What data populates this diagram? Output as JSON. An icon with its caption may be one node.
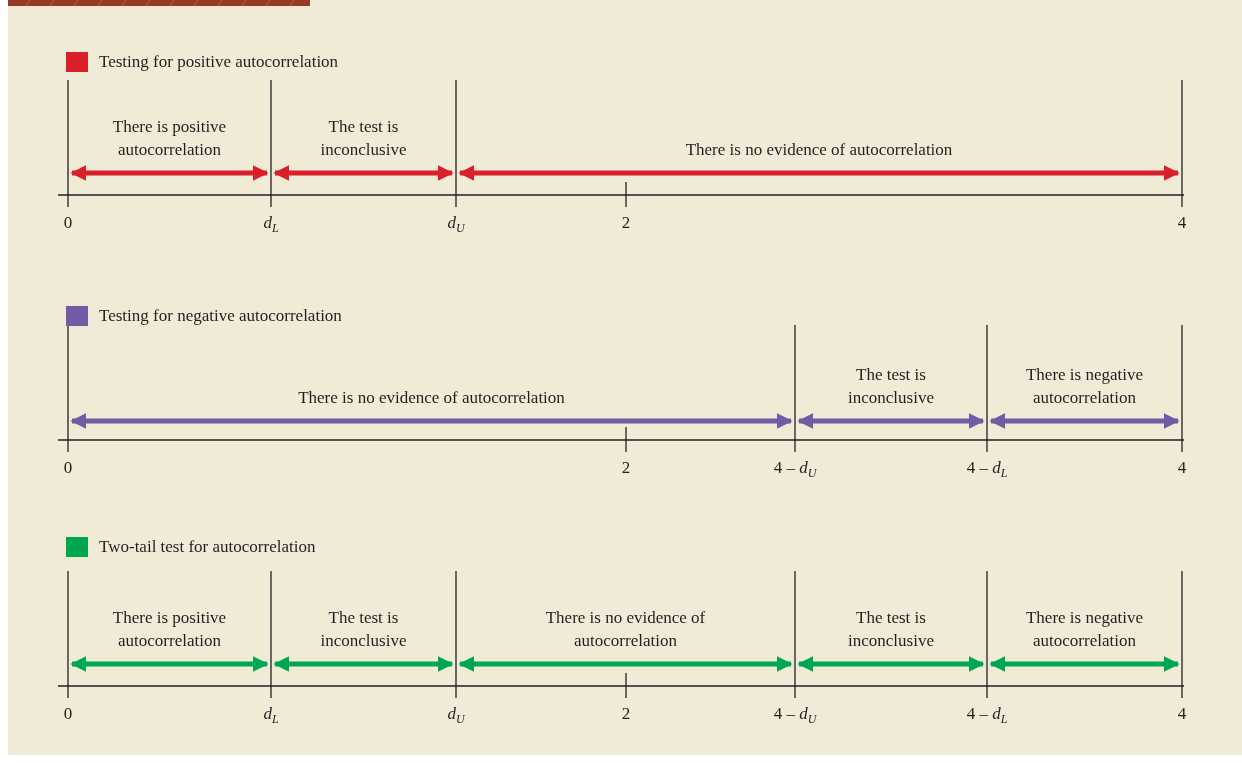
{
  "diagram": {
    "labels": [
      "There is positive autocorrelation",
      "The test is inconclusive",
      "There is no evidence of autocorrelation",
      "0",
      "*d*$_{L}$",
      "*d*$_{U}$",
      "2",
      "4",
      "There is no evidence of autocorrelation",
      "The test is inconclusive",
      "There is negative autocorrelation",
      "0",
      "2",
      "4 – *d*$_{U}$",
      "4 – *d*$_{L}$",
      "4",
      "There is positive autocorrelation",
      "The test is inconclusive",
      "There is no evidence of autocorrelation",
      "The test is inconclusive",
      "There is negative autocorrelation",
      "0",
      "*d*$_{L}$",
      "*d*$_{U}$",
      "2",
      "4 – *d*$_{U}$",
      "4 – *d*$_{L}$",
      "4"
    ],
    "legend": [
      {
        "text": "Testing for positive autocorrelation",
        "color": "#d9202a"
      },
      {
        "text": "Testing for negative autocorrelation",
        "color": "#735aa5"
      },
      {
        "text": "Two-tail test for autocorrelation",
        "color": "#00a650"
      }
    ]
  }
}
